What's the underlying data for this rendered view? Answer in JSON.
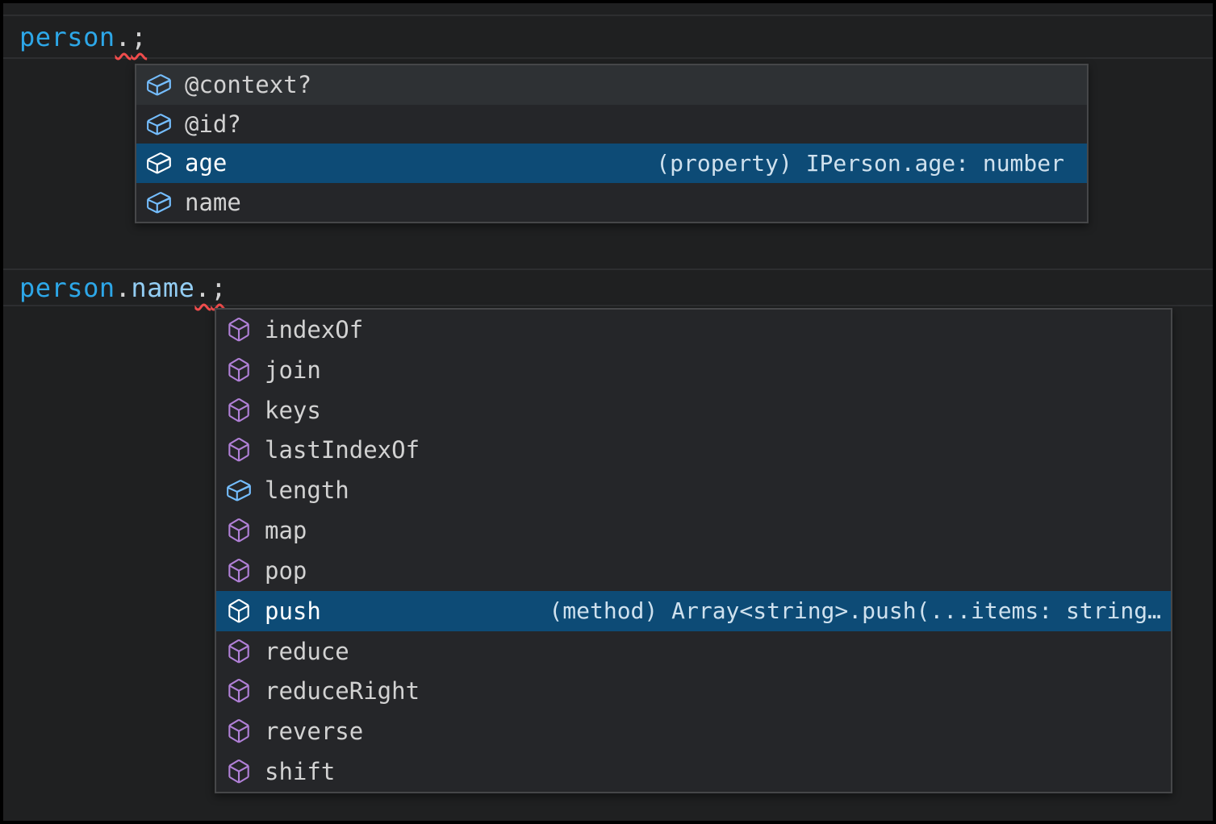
{
  "colors": {
    "editor_bg": "#1f2021",
    "widget_bg": "#252629",
    "widget_border": "#464749",
    "selection_bg": "#0d4b76",
    "hover_bg": "#2e3134",
    "variable": "#2da7e8",
    "property": "#93cdf3",
    "punct": "#d4d4d4",
    "error_squiggle": "#f14c4c",
    "icon_field": "#75beff",
    "icon_method": "#b180d7",
    "icon_selected": "#ffffff",
    "list_fg": "#d2d2d2",
    "detail_fg": "#cfe1ee"
  },
  "editor": {
    "lines": [
      {
        "tokens": [
          {
            "text": "person",
            "type": "variable"
          },
          {
            "text": ".",
            "type": "punct",
            "squiggle": true
          },
          {
            "text": ";",
            "type": "punct",
            "squiggle": true
          }
        ]
      },
      {
        "tokens": [
          {
            "text": "person",
            "type": "variable"
          },
          {
            "text": ".",
            "type": "punct"
          },
          {
            "text": "name",
            "type": "property"
          },
          {
            "text": ".",
            "type": "punct",
            "squiggle": true
          },
          {
            "text": ";",
            "type": "punct",
            "squiggle": true
          }
        ]
      }
    ]
  },
  "suggests": [
    {
      "items": [
        {
          "label": "@context?",
          "kind": "field",
          "hover": true
        },
        {
          "label": "@id?",
          "kind": "field"
        },
        {
          "label": "age",
          "kind": "field",
          "selected": true,
          "detail": "(property) IPerson.age: number"
        },
        {
          "label": "name",
          "kind": "field"
        }
      ]
    },
    {
      "items": [
        {
          "label": "indexOf",
          "kind": "method"
        },
        {
          "label": "join",
          "kind": "method"
        },
        {
          "label": "keys",
          "kind": "method"
        },
        {
          "label": "lastIndexOf",
          "kind": "method"
        },
        {
          "label": "length",
          "kind": "field"
        },
        {
          "label": "map",
          "kind": "method"
        },
        {
          "label": "pop",
          "kind": "method"
        },
        {
          "label": "push",
          "kind": "method",
          "selected": true,
          "detail": "(method) Array<string>.push(...items: string…"
        },
        {
          "label": "reduce",
          "kind": "method"
        },
        {
          "label": "reduceRight",
          "kind": "method"
        },
        {
          "label": "reverse",
          "kind": "method"
        },
        {
          "label": "shift",
          "kind": "method"
        }
      ]
    }
  ]
}
